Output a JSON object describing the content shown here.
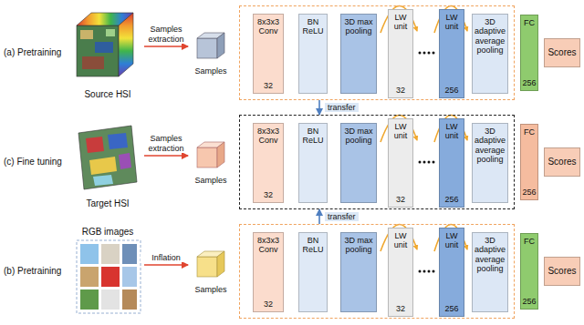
{
  "diagram": {
    "nodes": [
      {
        "text": [
          "Source HSI"
        ]
      },
      {
        "text": [
          "Samples"
        ]
      },
      {
        "text": []
      },
      {
        "text": [
          "8x3x3 Conv",
          "32"
        ],
        "in": 2
      },
      {
        "text": [
          "BN ReLU"
        ],
        "in": 2
      },
      {
        "text": [
          "3D max pooling"
        ],
        "in": 2
      },
      {
        "text": [
          "LW unit",
          "32"
        ],
        "in": 2
      },
      {
        "text": [
          "LW unit",
          "256"
        ],
        "in": 2
      },
      {
        "text": [
          "3D adaptive average pooling"
        ],
        "in": 2
      },
      {
        "text": [
          "FC",
          "256"
        ]
      },
      {
        "text": [
          "Scores"
        ]
      },
      {
        "text": [
          "Target HSI"
        ]
      },
      {
        "text": [
          "Samples"
        ]
      },
      {
        "text": []
      },
      {
        "text": [
          "8x3x3 Conv",
          "32"
        ],
        "in": 13
      },
      {
        "text": [
          "BN ReLU"
        ],
        "in": 13
      },
      {
        "text": [
          "3D max pooling"
        ],
        "in": 13
      },
      {
        "text": [
          "LW unit",
          "32"
        ],
        "in": 13
      },
      {
        "text": [
          "LW unit",
          "256"
        ],
        "in": 13
      },
      {
        "text": [
          "3D adaptive average pooling"
        ],
        "in": 13
      },
      {
        "text": [
          "FC",
          "256"
        ]
      },
      {
        "text": [
          "Scores"
        ]
      },
      {
        "text": [
          "RGB images"
        ]
      },
      {
        "text": [
          "Samples"
        ]
      },
      {
        "text": []
      },
      {
        "text": [
          "8x3x3 Conv",
          "32"
        ],
        "in": 24
      },
      {
        "text": [
          "BN ReLU"
        ],
        "in": 24
      },
      {
        "text": [
          "3D max pooling"
        ],
        "in": 24
      },
      {
        "text": [
          "LW unit",
          "32"
        ],
        "in": 24
      },
      {
        "text": [
          "LW unit",
          "256"
        ],
        "in": 24
      },
      {
        "text": [
          "3D adaptive average pooling"
        ],
        "in": 24
      },
      {
        "text": [
          "FC",
          "256"
        ]
      },
      {
        "text": [
          "Scores"
        ]
      }
    ],
    "edges": [
      {
        "from": 0,
        "to": 1,
        "label": "Samples extraction",
        "arrow": "to"
      },
      {
        "from": 2,
        "to": 13,
        "label": "transfer",
        "arrow": "to"
      },
      {
        "from": 11,
        "to": 12,
        "label": "Samples extraction",
        "arrow": "to"
      },
      {
        "from": 24,
        "to": 13,
        "label": "transfer",
        "arrow": "to"
      },
      {
        "from": 22,
        "to": 23,
        "label": "Inflation",
        "arrow": "to"
      }
    ],
    "labels": [
      "(a) Pretraining",
      "(c) Fine tuning",
      "(b) Pretraining"
    ]
  }
}
